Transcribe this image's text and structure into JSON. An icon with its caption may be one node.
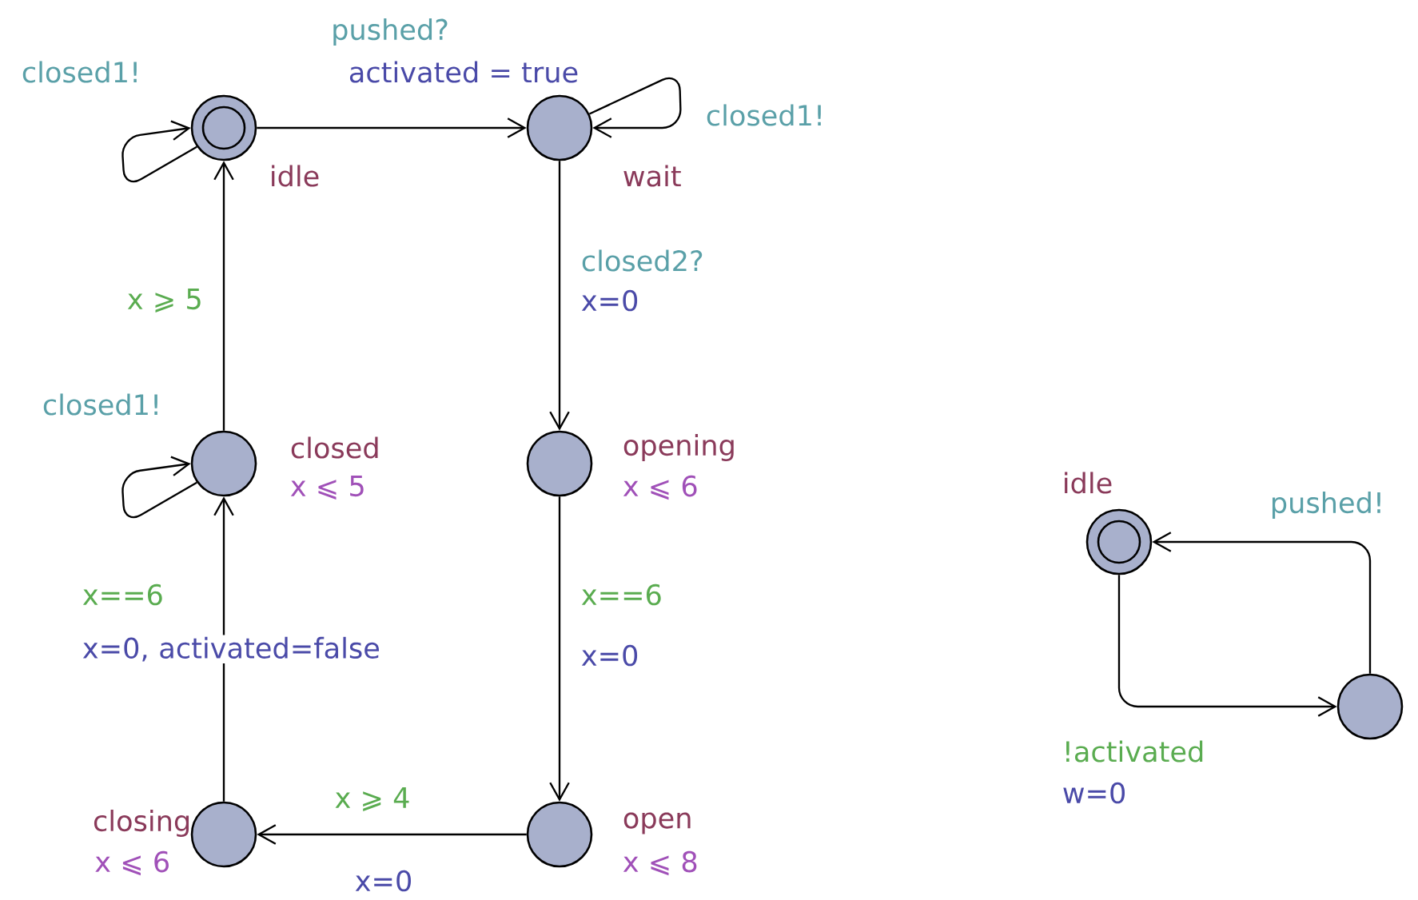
{
  "diagram": {
    "nodes": [
      {
        "text": [],
        "shape": "double-circle",
        "beside": [
          "idle"
        ]
      },
      {
        "text": [],
        "shape": "circle",
        "beside": [
          "wait"
        ]
      },
      {
        "text": [],
        "shape": "circle",
        "beside": [
          "closed",
          "x ⩽ 5"
        ]
      },
      {
        "text": [],
        "shape": "circle",
        "beside": [
          "opening",
          "x ⩽ 6"
        ]
      },
      {
        "text": [],
        "shape": "circle",
        "beside": [
          "closing",
          "x ⩽ 6"
        ]
      },
      {
        "text": [],
        "shape": "circle",
        "beside": [
          "open",
          "x ⩽ 8"
        ]
      },
      {
        "text": [],
        "shape": "double-circle",
        "beside": [
          "idle"
        ]
      },
      {
        "text": [],
        "shape": "circle"
      }
    ],
    "edges": [
      {
        "from": 0,
        "to": 0,
        "arrow": "to",
        "label": "closed1!"
      },
      {
        "from": 0,
        "to": 1,
        "arrow": "to",
        "label": "pushed?"
      },
      {
        "from": 1,
        "to": 1,
        "arrow": "to",
        "label": "closed1!"
      },
      {
        "from": 1,
        "to": 3,
        "arrow": "to",
        "label": "closed2?"
      },
      {
        "from": 2,
        "to": 0,
        "arrow": "to",
        "label": "x ⩾ 5"
      },
      {
        "from": 2,
        "to": 2,
        "arrow": "to",
        "label": "closed1!"
      },
      {
        "from": 3,
        "to": 5,
        "arrow": "to",
        "label": "x==6"
      },
      {
        "from": 5,
        "to": 4,
        "arrow": "to",
        "label": "x ⩾ 4"
      },
      {
        "from": 4,
        "to": 2,
        "arrow": "to",
        "label": "x==6"
      },
      {
        "from": 6,
        "to": 7,
        "arrow": "to",
        "label": "!activated"
      },
      {
        "from": 7,
        "to": 6,
        "arrow": "to",
        "label": "pushed!"
      }
    ],
    "labels": [
      "activated = true",
      "x=0",
      "x=0, activated=false",
      "x=0",
      "x=0",
      "w=0"
    ]
  }
}
